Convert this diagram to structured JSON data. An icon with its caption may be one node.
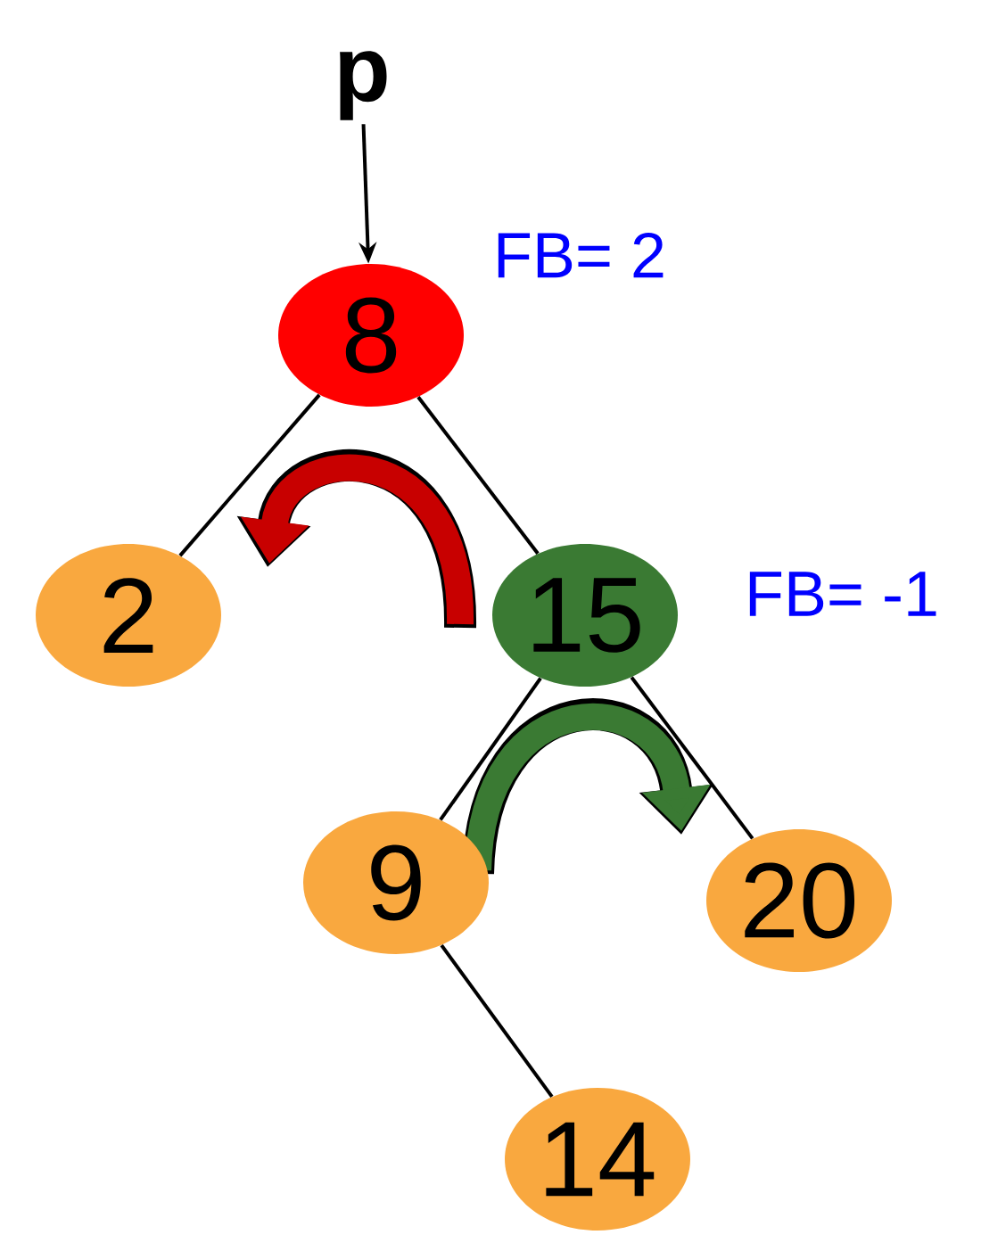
{
  "diagram": {
    "nodes": [
      {
        "text": [
          "p"
        ]
      },
      {
        "text": [
          "8"
        ],
        "beside": [
          "FB= 2"
        ]
      },
      {
        "text": [
          "2"
        ]
      },
      {
        "text": [
          "15"
        ],
        "beside": [
          "FB= -1"
        ]
      },
      {
        "text": [
          "9"
        ]
      },
      {
        "text": [
          "20"
        ]
      },
      {
        "text": [
          "14"
        ]
      }
    ],
    "edges": [
      {
        "from": 0,
        "to": 1,
        "arrow": "to"
      },
      {
        "from": 1,
        "to": 2,
        "arrow": "none"
      },
      {
        "from": 1,
        "to": 3,
        "arrow": "none"
      },
      {
        "from": 3,
        "to": 4,
        "arrow": "none"
      },
      {
        "from": 3,
        "to": 5,
        "arrow": "none"
      },
      {
        "from": 4,
        "to": 6,
        "arrow": "none"
      }
    ]
  }
}
